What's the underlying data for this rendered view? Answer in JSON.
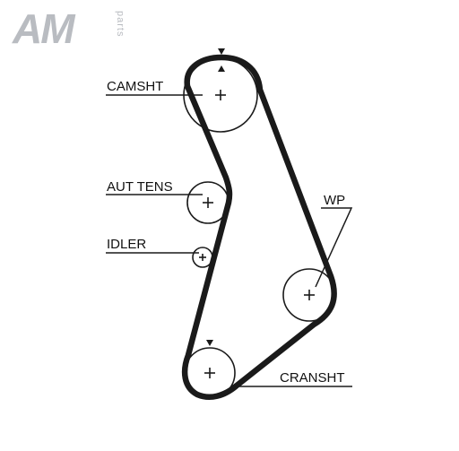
{
  "logo": {
    "main": "AM",
    "sub": "parts"
  },
  "labels": {
    "camshaft": "CAMSHT",
    "tensioner": "AUT TENS",
    "idler": "IDLER",
    "water_pump": "WP",
    "crankshaft": "CRANSHT"
  },
  "colors": {
    "belt": "#1a1a1a",
    "logo": "#b9bcc1"
  }
}
